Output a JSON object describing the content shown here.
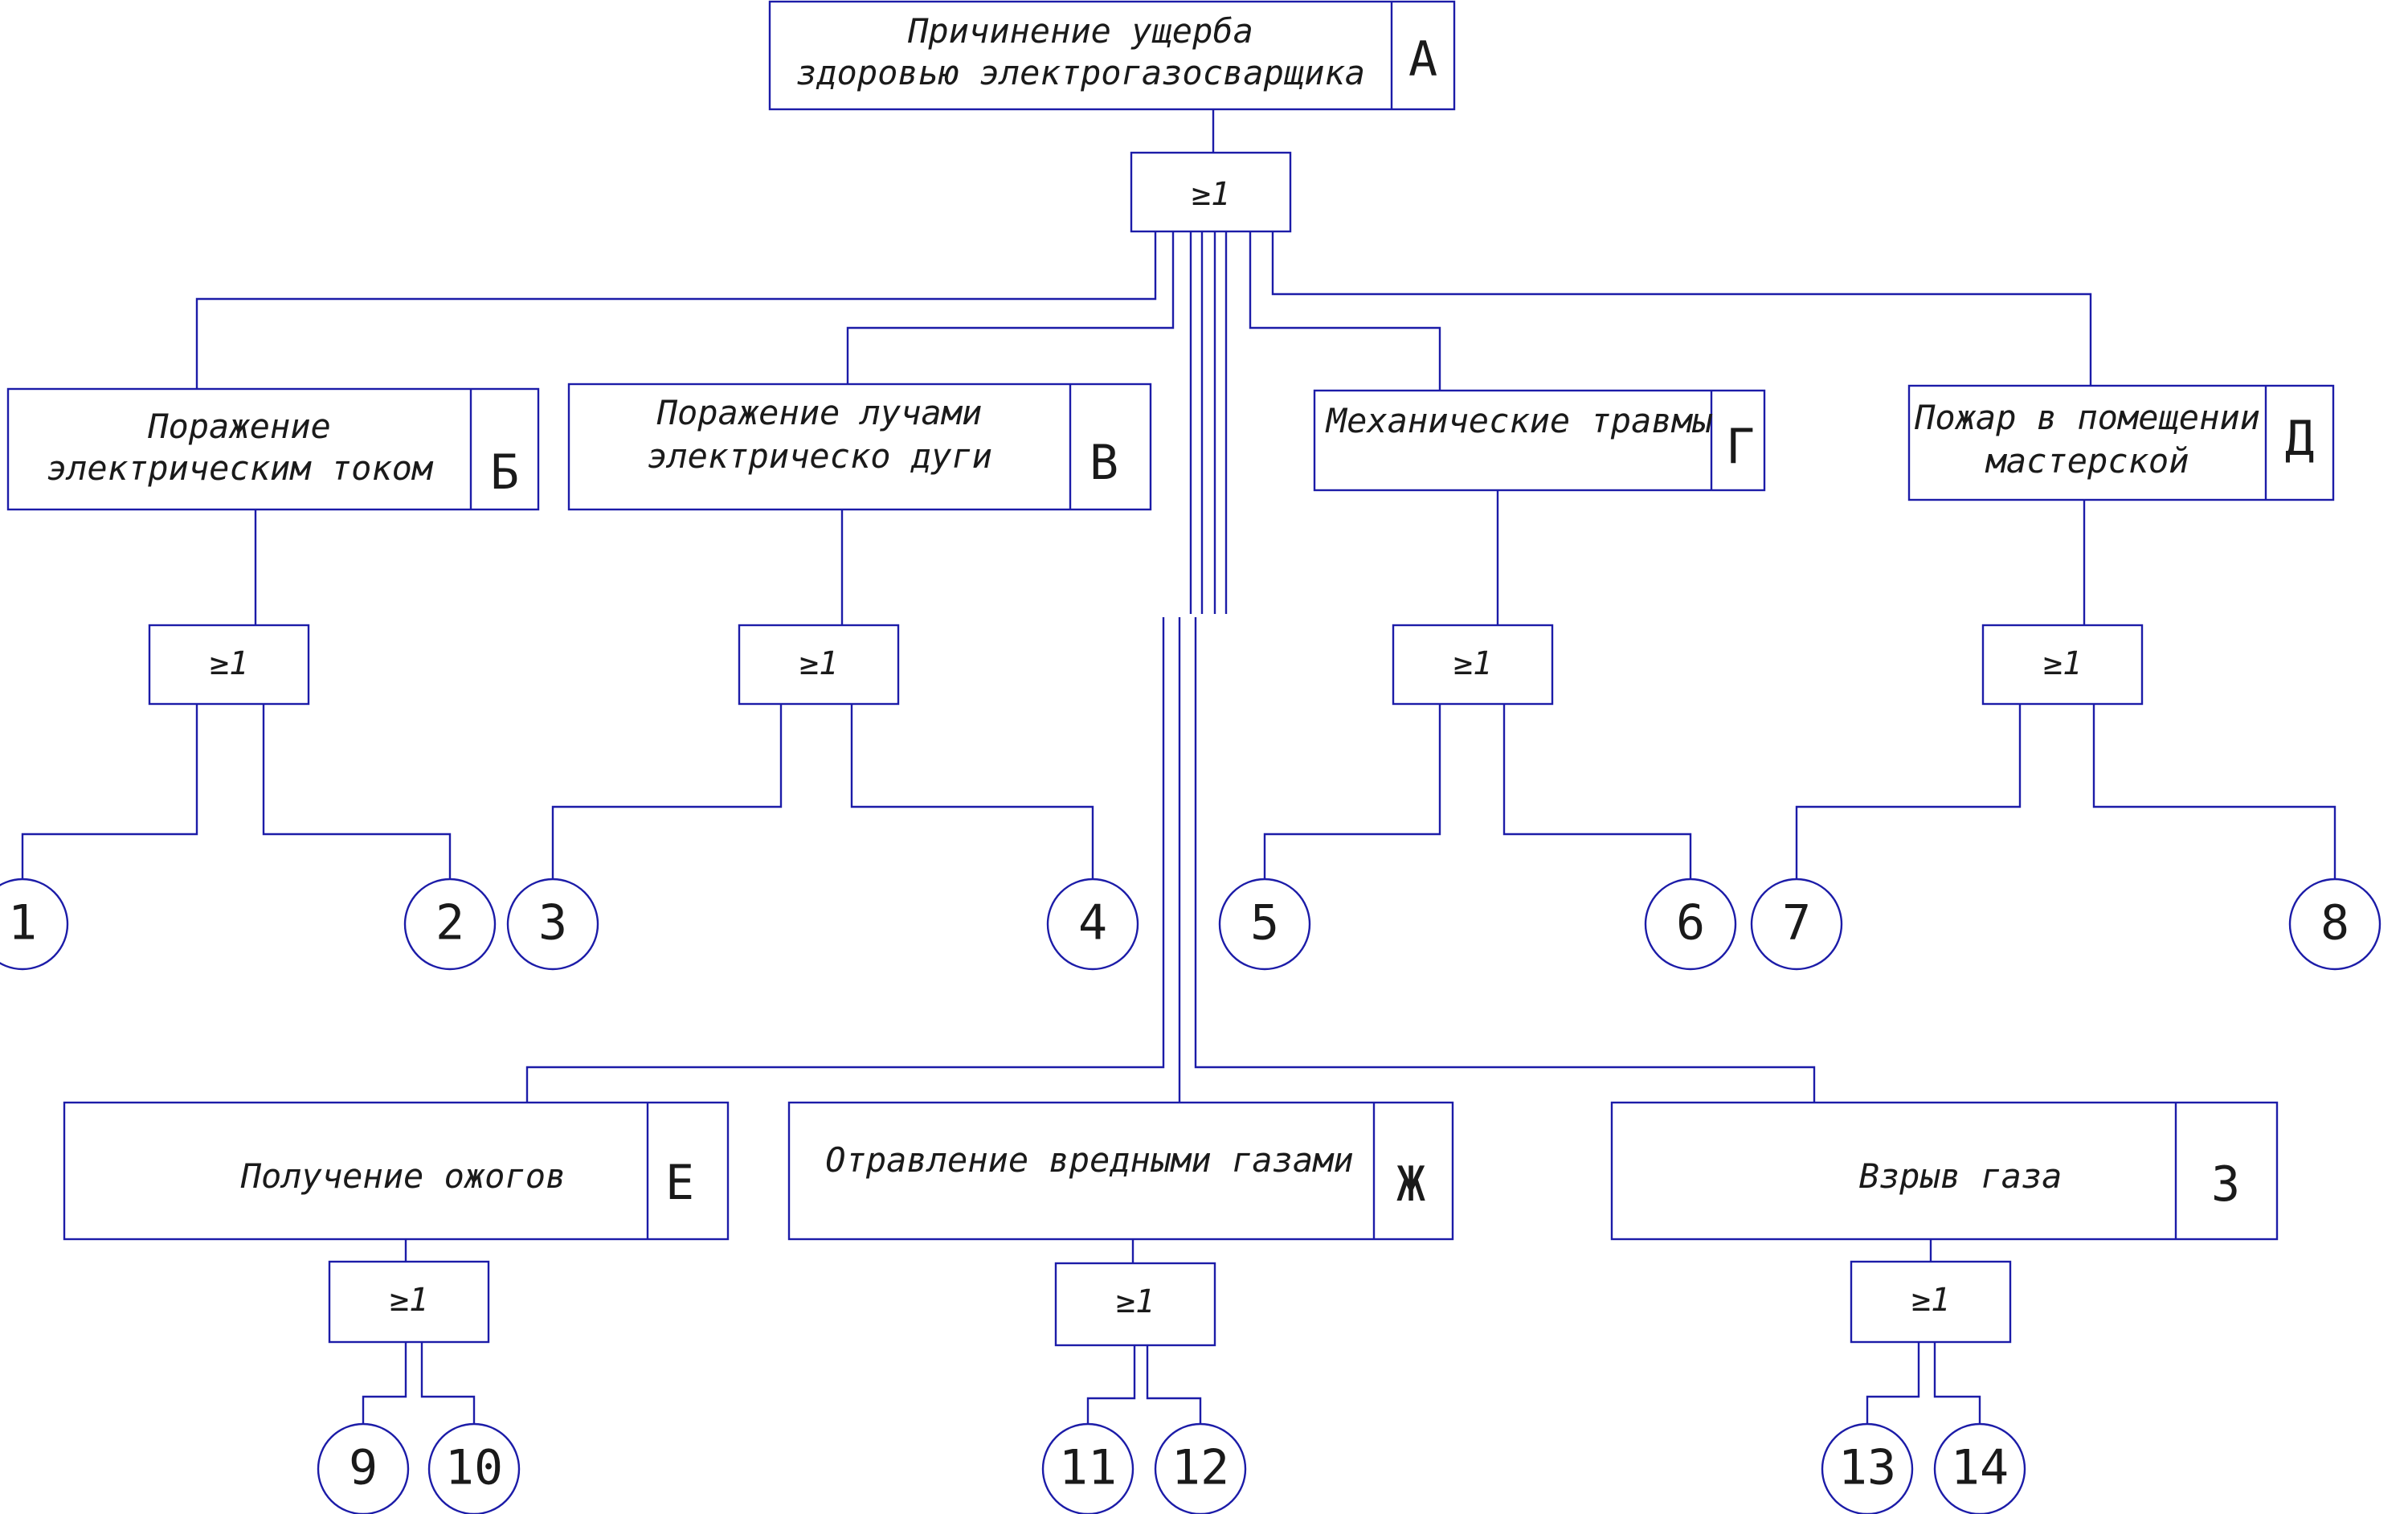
{
  "events": {
    "a": {
      "lines": [
        "Причинение ущерба",
        "здоровью электрогазосварщика"
      ],
      "letter": "А"
    },
    "b": {
      "lines": [
        "Поражение",
        "электрическим током"
      ],
      "letter": "Б"
    },
    "v": {
      "lines": [
        "Поражение лучами",
        "электрическо дуги"
      ],
      "letter": "В"
    },
    "g": {
      "lines": [
        "Механические травмы"
      ],
      "letter": "Г"
    },
    "d": {
      "lines": [
        "Пожар в помещении",
        "мастерской"
      ],
      "letter": "Д"
    },
    "e": {
      "lines": [
        "Получение ожогов"
      ],
      "letter": "Е"
    },
    "zh": {
      "lines": [
        "Отравление вредными газами"
      ],
      "letter": "Ж"
    },
    "z": {
      "lines": [
        "Взрыв газа"
      ],
      "letter": "З"
    }
  },
  "gate_label": "≥1",
  "basic_events": [
    "1",
    "2",
    "3",
    "4",
    "5",
    "6",
    "7",
    "8",
    "9",
    "10",
    "11",
    "12",
    "13",
    "14"
  ],
  "colors": {
    "line": "#1c1ca8",
    "text": "#1a1a1a"
  }
}
